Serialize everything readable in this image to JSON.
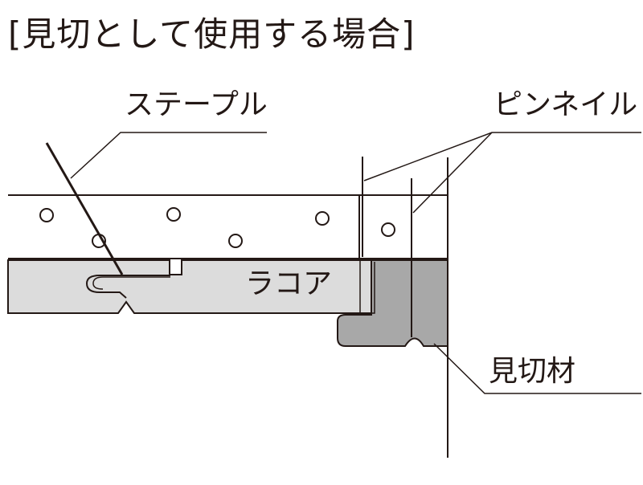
{
  "title": "[見切として使用する場合]",
  "labels": {
    "staple": "ステープル",
    "pin_nail": "ピンネイル",
    "lacore": "ラコア",
    "trim": "見切材"
  },
  "colors": {
    "line": "#231815",
    "lacore_fill": "#dcdcdc",
    "trim_fill": "#a8a8a8",
    "background": "#ffffff"
  }
}
